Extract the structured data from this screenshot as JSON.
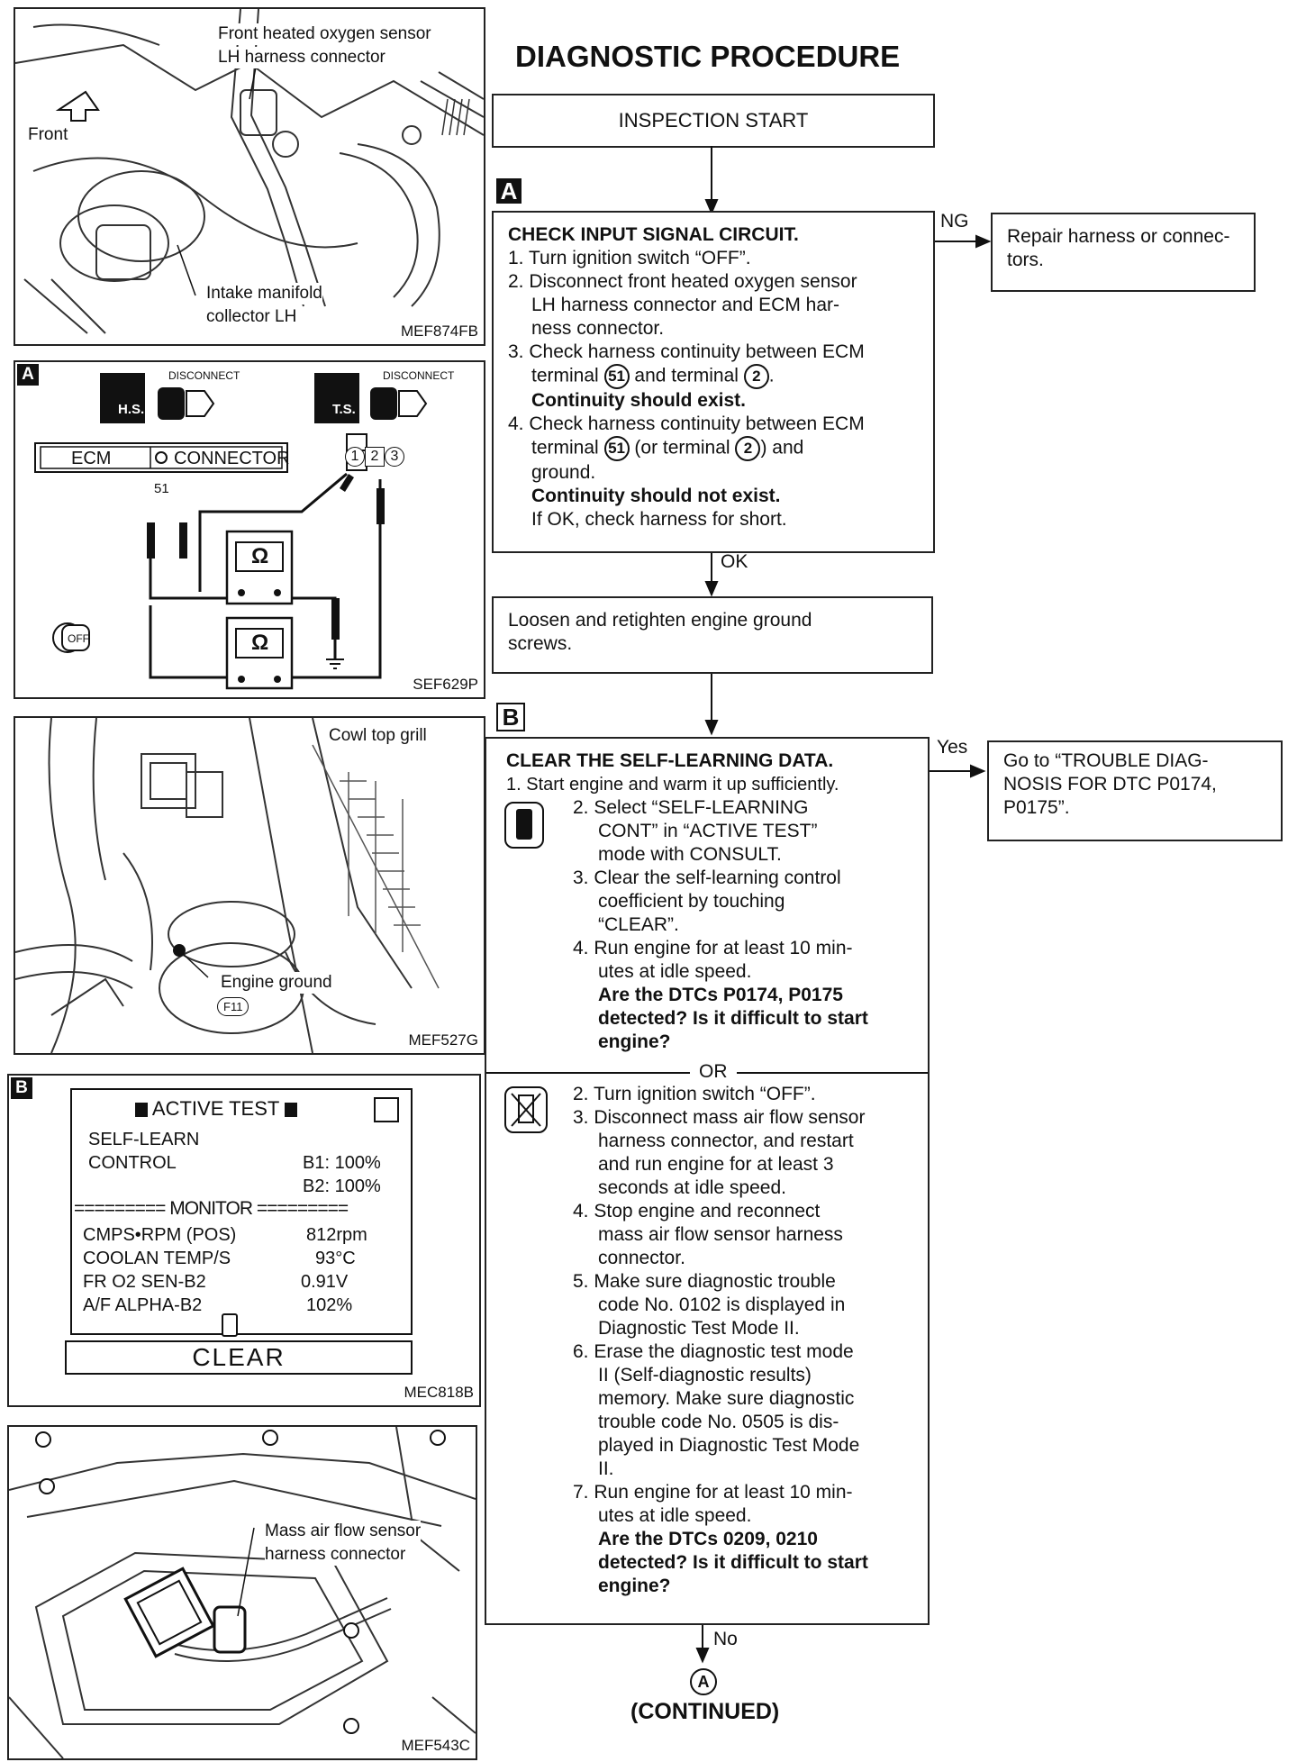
{
  "title": "DIAGNOSTIC PROCEDURE",
  "start": "INSPECTION START",
  "fig1": {
    "label1": "Front heated oxygen sensor",
    "label2": "LH harness connector",
    "front": "Front",
    "label3": "Intake manifold",
    "label4": "collector LH",
    "code": "MEF874FB"
  },
  "fig2": {
    "tag": "A",
    "hs": "H.S.",
    "ts": "T.S.",
    "disc1": "DISCONNECT",
    "disc2": "DISCONNECT",
    "ecm": "ECM",
    "conn": "CONNECTOR",
    "t51": "51",
    "pins": [
      "1",
      "2",
      "3"
    ],
    "ohm": "Ω",
    "off": "OFF",
    "code": "SEF629P"
  },
  "fig3": {
    "cowl": "Cowl top grill",
    "ground": "Engine ground",
    "f11": "F11",
    "code": "MEF527G"
  },
  "fig4": {
    "tag": "B",
    "header": "ACTIVE TEST",
    "selflearn1": "SELF-LEARN",
    "selflearn2": "CONTROL",
    "b1": "B1: 100%",
    "b2": "B2: 100%",
    "monitor": "========= MONITOR =========",
    "rows": [
      [
        "CMPS•RPM (POS)",
        "812rpm"
      ],
      [
        "COOLAN TEMP/S",
        "93°C"
      ],
      [
        "FR O2 SEN-B2",
        "0.91V"
      ],
      [
        "A/F ALPHA-B2",
        "102%"
      ]
    ],
    "clear": "CLEAR",
    "code": "MEC818B"
  },
  "fig5": {
    "label1": "Mass air flow sensor",
    "label2": "harness connector",
    "code": "MEF543C"
  },
  "flow": {
    "tagA": "A",
    "boxA": {
      "heading": "CHECK INPUT SIGNAL CIRCUIT.",
      "s1": "1. Turn ignition switch “OFF”.",
      "s2a": "2. Disconnect front heated oxygen sensor",
      "s2b": "LH harness connector and ECM har-",
      "s2c": "ness connector.",
      "s3a": "3. Check harness continuity between ECM",
      "s3b_pre": "terminal",
      "c51": "51",
      "s3b_mid": "and terminal",
      "c2": "2",
      "s3b_post": ".",
      "s3c": "Continuity should exist.",
      "s4a": "4. Check harness continuity between ECM",
      "s4b_pre": "terminal",
      "s4b_mid": "(or terminal",
      "s4b_post": ") and",
      "s4c": "ground.",
      "s4d": "Continuity should not exist.",
      "s4e": "If OK, check harness for short."
    },
    "ng": "NG",
    "repair1": "Repair harness or connec-",
    "repair2": "tors.",
    "ok": "OK",
    "loosen1": "Loosen and retighten engine ground",
    "loosen2": "screws.",
    "tagB": "B",
    "boxB": {
      "heading": "CLEAR THE SELF-LEARNING DATA.",
      "s1": "1. Start engine and warm it up sufficiently.",
      "s2a": "2. Select “SELF-LEARNING",
      "s2b": "CONT” in “ACTIVE TEST”",
      "s2c": "mode with CONSULT.",
      "s3a": "3. Clear the self-learning control",
      "s3b": "coefficient by touching",
      "s3c": "“CLEAR”.",
      "s4a": "4. Run engine for at least 10 min-",
      "s4b": "utes at idle speed.",
      "q1": "Are the DTCs P0174, P0175",
      "q2": "detected? Is it difficult to start",
      "q3": "engine?",
      "or": "OR",
      "t2": "2. Turn ignition switch “OFF”.",
      "t3a": "3. Disconnect mass air flow sensor",
      "t3b": "harness connector, and restart",
      "t3c": "and run engine for at least 3",
      "t3d": "seconds at idle speed.",
      "t4a": "4. Stop engine and reconnect",
      "t4b": "mass air flow sensor harness",
      "t4c": "connector.",
      "t5a": "5. Make sure diagnostic trouble",
      "t5b": "code No. 0102 is displayed in",
      "t5c": "Diagnostic Test Mode II.",
      "t6a": "6. Erase the diagnostic test mode",
      "t6b": "II (Self-diagnostic results)",
      "t6c": "memory. Make sure diagnostic",
      "t6d": "trouble code No. 0505 is dis-",
      "t6e": "played in Diagnostic Test Mode",
      "t6f": "II.",
      "t7a": "7. Run engine for at least 10 min-",
      "t7b": "utes at idle speed.",
      "q4": "Are the DTCs 0209, 0210",
      "q5": "detected? Is it difficult to start",
      "q6": "engine?"
    },
    "yes": "Yes",
    "goto1": "Go to “TROUBLE DIAG-",
    "goto2": "NOSIS FOR DTC P0174,",
    "goto3": "P0175”.",
    "no": "No",
    "connector": "A",
    "continued": "(CONTINUED)"
  }
}
